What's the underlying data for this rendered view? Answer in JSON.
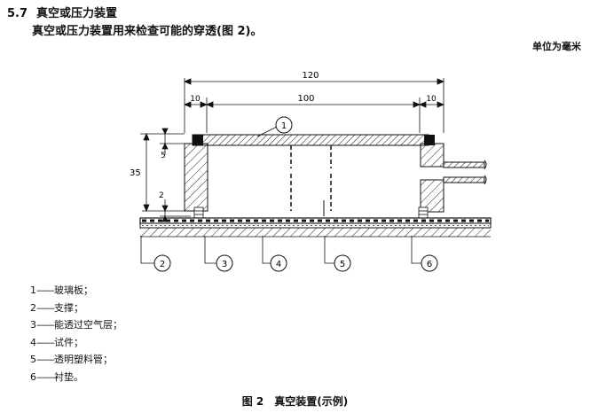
{
  "section": {
    "number": "5.7",
    "title": "真空或压力装置"
  },
  "intro": "真空或压力装置用来检查可能的穿透(图 2)。",
  "unit": "单位为毫米",
  "figure": {
    "dims": {
      "overall": "120",
      "inner": "100",
      "left_wall": "10",
      "right_wall": "10",
      "height": "35",
      "top_gap": "5",
      "bottom_gap": "2"
    },
    "callouts": [
      "1",
      "2",
      "3",
      "4",
      "5",
      "6"
    ]
  },
  "legend": [
    {
      "num": "1",
      "dash": "——",
      "text": "玻璃板；"
    },
    {
      "num": "2",
      "dash": "——",
      "text": "支撑；"
    },
    {
      "num": "3",
      "dash": "——",
      "text": "能透过空气层；"
    },
    {
      "num": "4",
      "dash": "——",
      "text": "试件；"
    },
    {
      "num": "5",
      "dash": "——",
      "text": "透明塑料管；"
    },
    {
      "num": "6",
      "dash": "——",
      "text": "衬垫。"
    }
  ],
  "caption": {
    "figure_number": "图 2",
    "title": "真空装置(示例)"
  }
}
